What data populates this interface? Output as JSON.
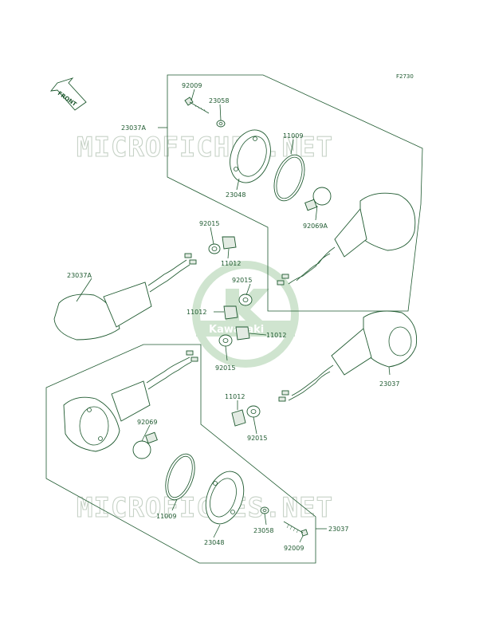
{
  "figure_code": "F2730",
  "front_arrow": {
    "label": "FRONT"
  },
  "watermark": {
    "top": "MICROFICHES.NET",
    "bottom": "MICROFICHES.NET"
  },
  "logo": {
    "brand": "Kawasaki"
  },
  "parts": {
    "p92009_top": "92009",
    "p23058_top": "23058",
    "p23037A_top": "23037A",
    "p11009_top": "11009",
    "p23048_top": "23048",
    "p92069A": "92069A",
    "p92015_l1": "92015",
    "p11012_l1": "11012",
    "p23037A_left": "23037A",
    "p92015_c": "92015",
    "p11012_c": "11012",
    "p11012_c2": "11012",
    "p92015_c2": "92015",
    "p23037_right": "23037",
    "p11012_r": "11012",
    "p92015_r": "92015",
    "p92069": "92069",
    "p11009_bot": "11009",
    "p23048_bot": "23048",
    "p23058_bot": "23058",
    "p23037_bot": "23037",
    "p92009_bot": "92009"
  }
}
